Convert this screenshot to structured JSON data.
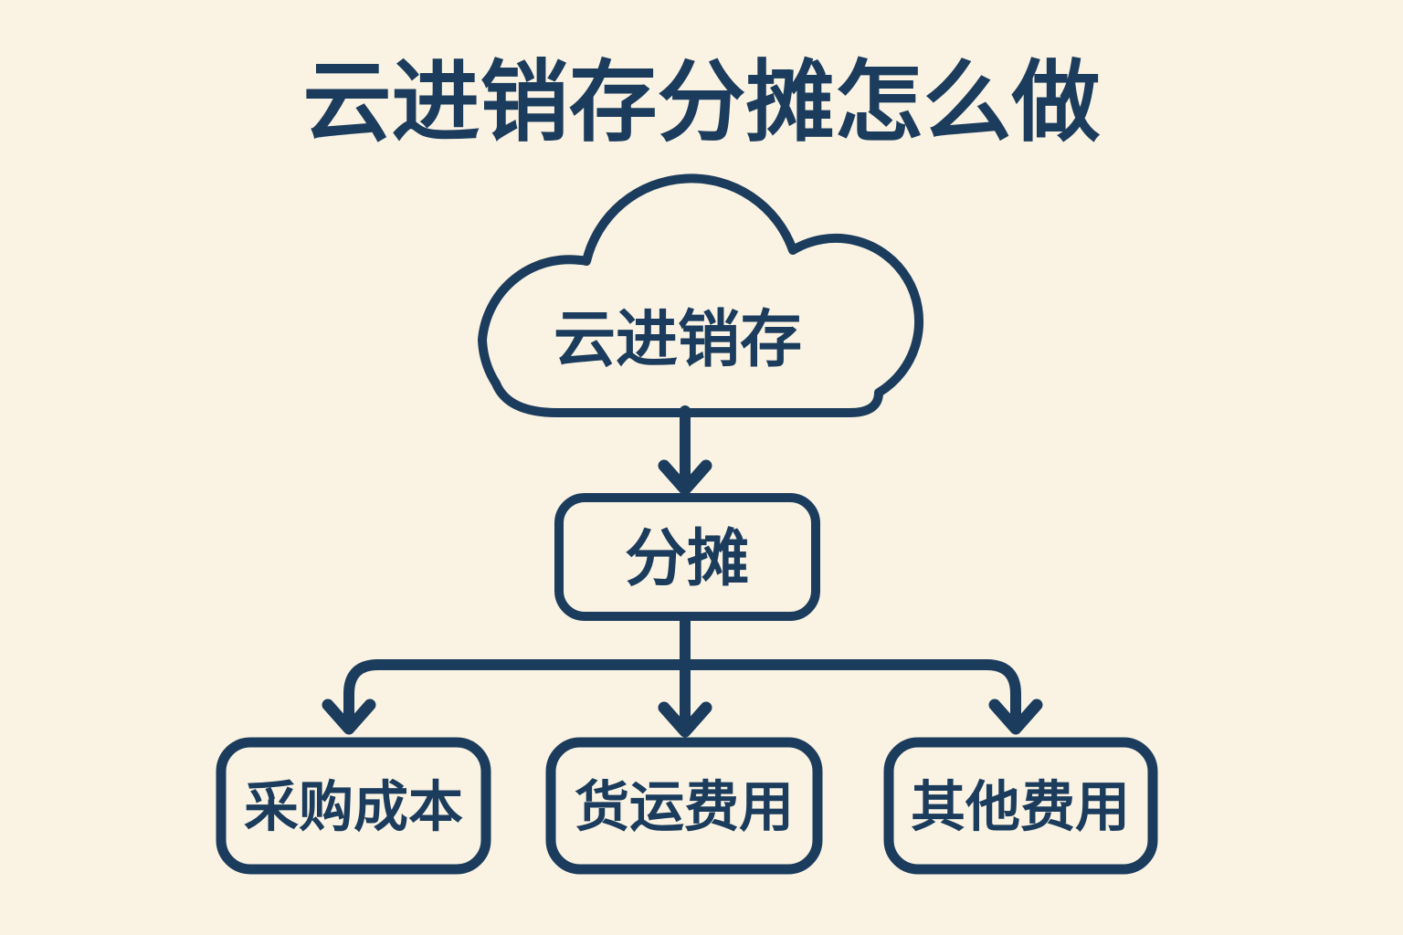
{
  "title": "云进销存分摊怎么做",
  "colors": {
    "background": "#FAF3E3",
    "ink": "#1B3C5C"
  },
  "flowchart": {
    "cloud_label": "云进销存",
    "process_label": "分摊",
    "leaves": [
      {
        "label": "采购成本"
      },
      {
        "label": "货运费用"
      },
      {
        "label": "其他费用"
      }
    ]
  }
}
